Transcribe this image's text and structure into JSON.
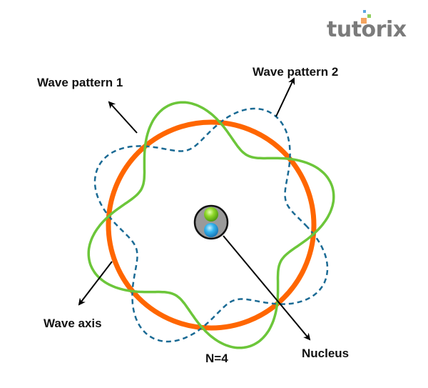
{
  "logo": {
    "text": "tutorix",
    "colors": {
      "text": "#7b7b7b",
      "square_orange": "#f4a460",
      "square_green": "#8fce5c",
      "square_blue": "#5aa6e0"
    }
  },
  "labels": {
    "wave_pattern_1": "Wave pattern 1",
    "wave_pattern_2": "Wave pattern 2",
    "wave_axis": "Wave axis",
    "nucleus": "Nucleus",
    "n_value": "N=4"
  },
  "diagram": {
    "wave_count_n": 4,
    "colors": {
      "axis_circle": "#ff6600",
      "wave_pattern_1": "#6cc63a",
      "wave_pattern_2": "#1a6a94",
      "nucleus_fill": "#9a9a9a",
      "particle_top": "#86d41e",
      "particle_bottom": "#29a9e6",
      "arrow": "#000000"
    }
  }
}
